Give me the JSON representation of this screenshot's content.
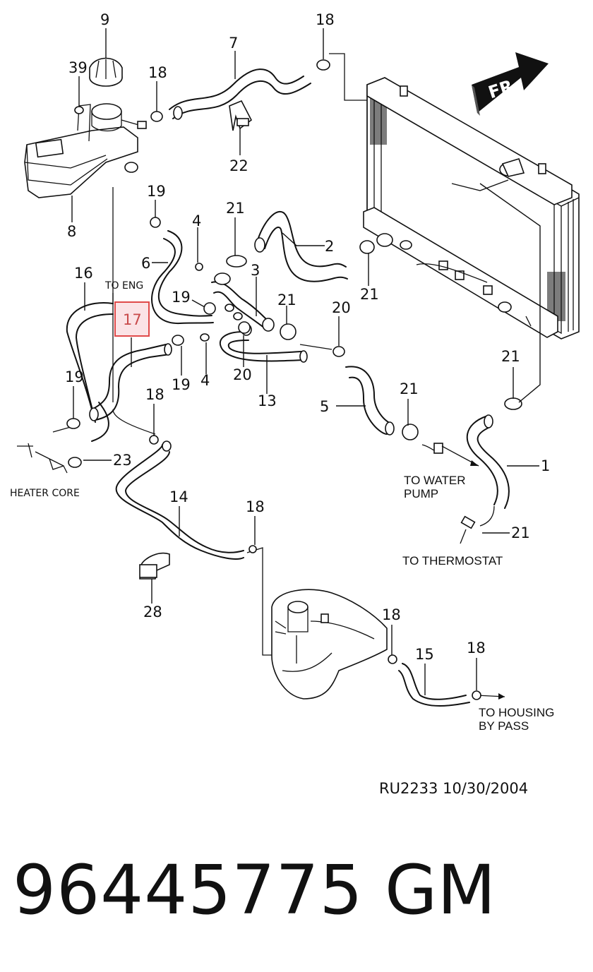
{
  "callouts": {
    "c1": "1",
    "c2": "2",
    "c3": "3",
    "c4a": "4",
    "c4b": "4",
    "c5": "5",
    "c6": "6",
    "c7": "7",
    "c8": "8",
    "c9": "9",
    "c13": "13",
    "c14": "14",
    "c15": "15",
    "c16": "16",
    "c17": "17",
    "c18a": "18",
    "c18b": "18",
    "c18c": "18",
    "c18d": "18",
    "c18e": "18",
    "c18f": "18",
    "c19a": "19",
    "c19b": "19",
    "c19c": "19",
    "c19d": "19",
    "c20a": "20",
    "c20b": "20",
    "c21a": "21",
    "c21b": "21",
    "c21c": "21",
    "c21d": "21",
    "c21e": "21",
    "c21f": "21",
    "c22": "22",
    "c23": "23",
    "c28": "28",
    "c39": "39"
  },
  "labels": {
    "to_eng": "TO  ENG",
    "heater_core": "HEATER  CORE",
    "to_water_pump_1": "TO WATER",
    "to_water_pump_2": "PUMP",
    "to_thermostat": "TO THERMOSTAT",
    "to_housing_1": "TO HOUSING",
    "to_housing_2": "BY PASS",
    "fr_arrow": "FR"
  },
  "highlight": {
    "color": "#e04a4a",
    "fill": "#fbe3e6",
    "part": "17"
  },
  "footer": {
    "ref": "RU2233  10/30/2004",
    "part_number": "96445775",
    "brand": "GM"
  }
}
